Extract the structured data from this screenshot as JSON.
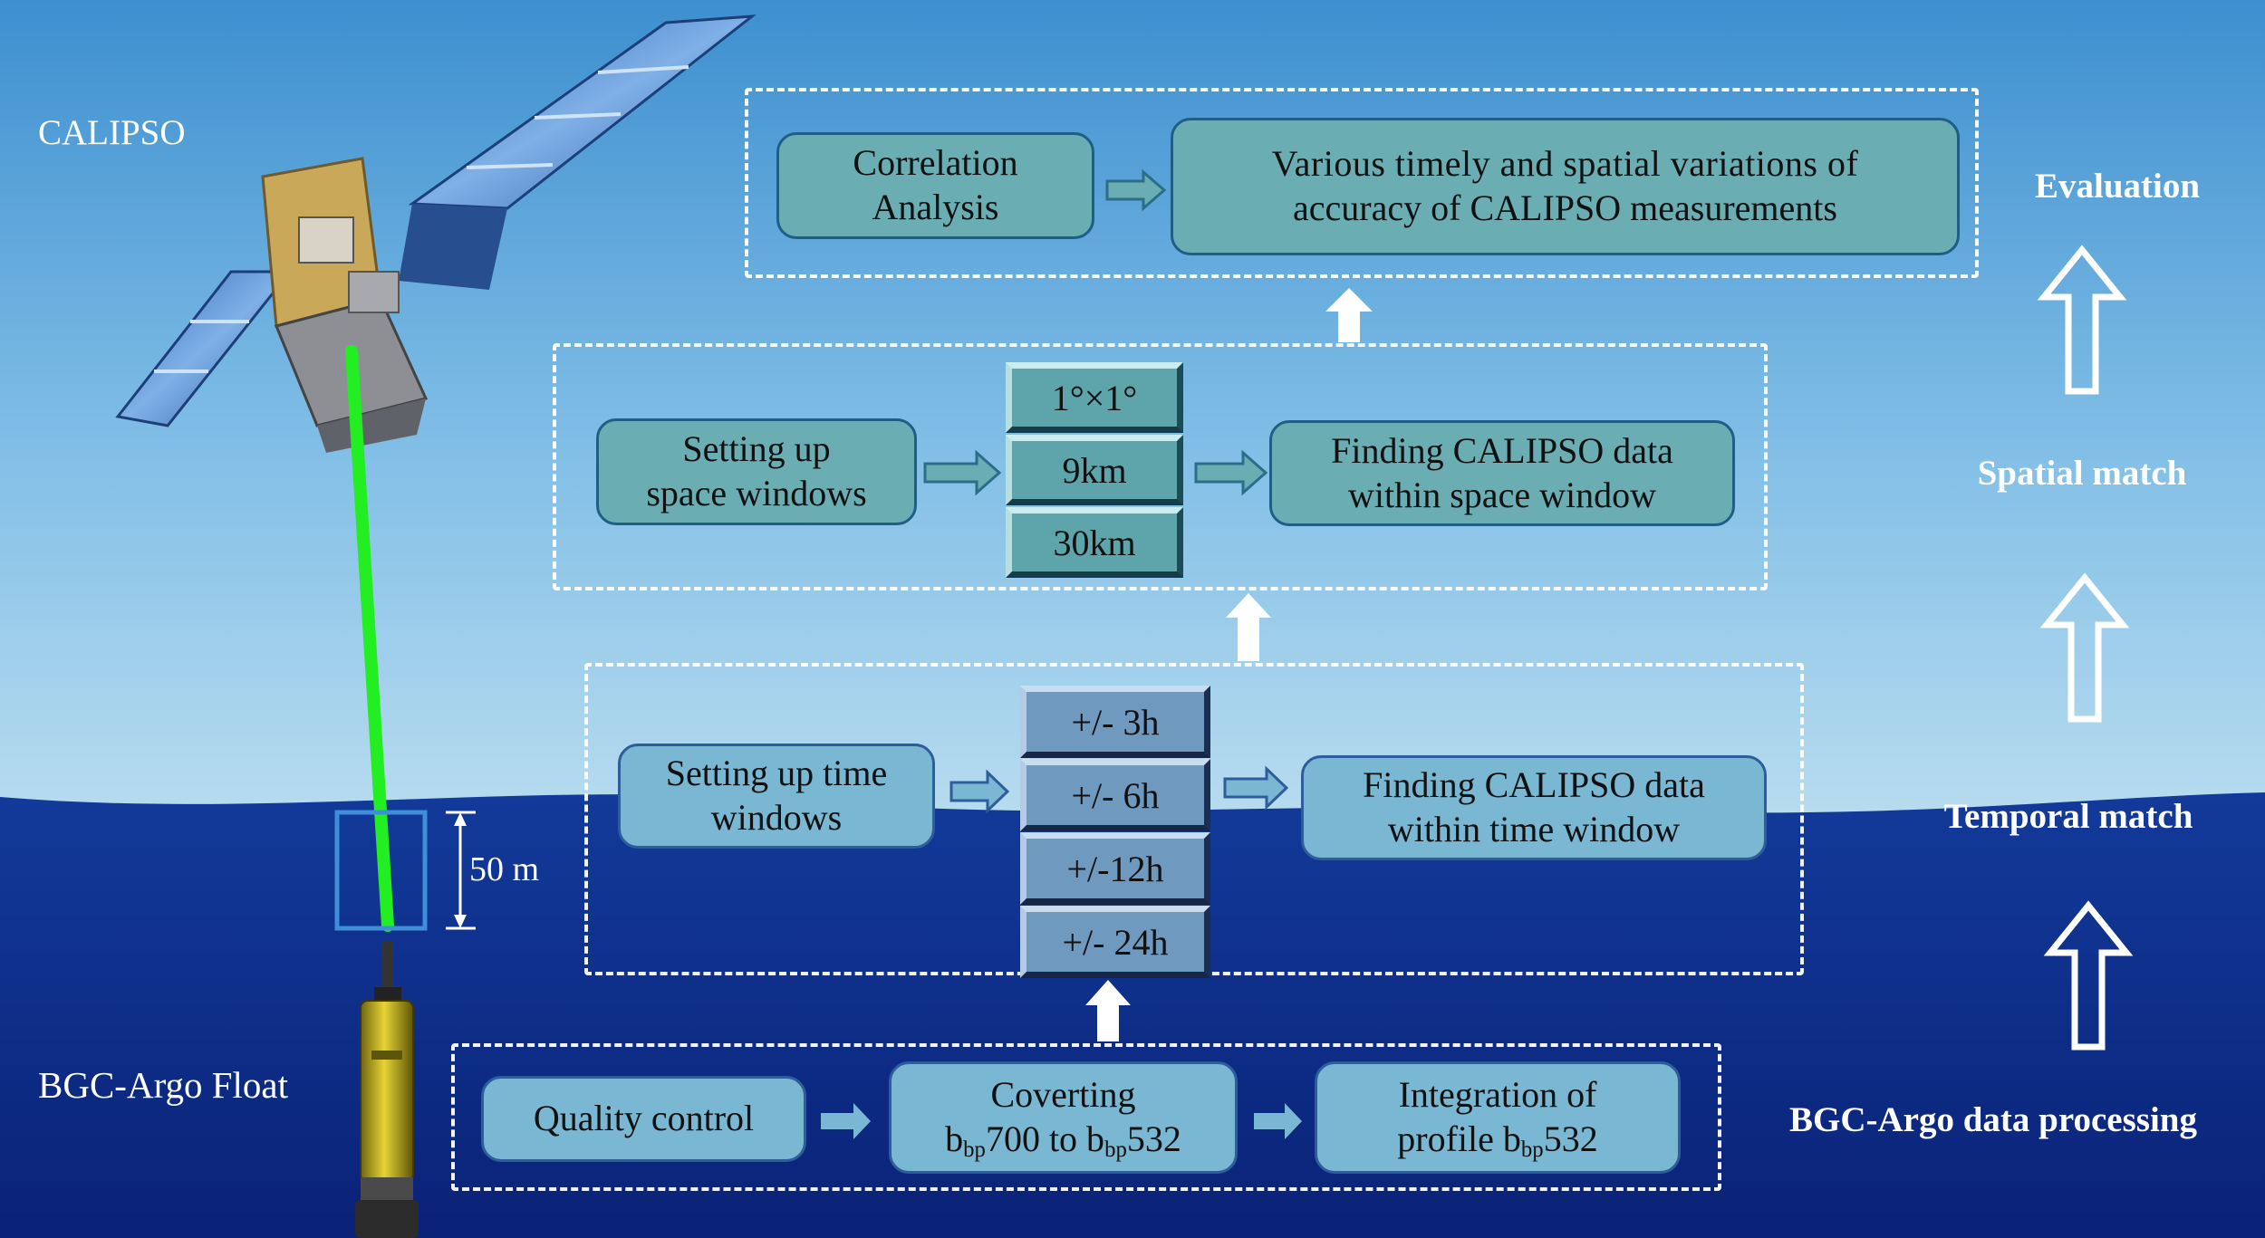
{
  "title": "",
  "left_labels": {
    "satellite": "CALIPSO",
    "float": "BGC-Argo Float",
    "depth": "50 m"
  },
  "stages": {
    "evaluation": "Evaluation",
    "spatial": "Spatial match",
    "temporal": "Temporal match",
    "processing": "BGC-Argo data processing"
  },
  "evaluation": {
    "correlation_line1": "Correlation",
    "correlation_line2": "Analysis",
    "result_line1": "Various timely and spatial variations of",
    "result_line2": "accuracy of CALIPSO measurements"
  },
  "spatial": {
    "setup_line1": "Setting up",
    "setup_line2": "space windows",
    "windows": [
      "1°×1°",
      "9km",
      "30km"
    ],
    "find_line1": "Finding CALIPSO data",
    "find_line2": "within space window"
  },
  "temporal": {
    "setup_line1": "Setting up time",
    "setup_line2": "windows",
    "windows": [
      "+/- 3h",
      "+/- 6h",
      "+/-12h",
      "+/- 24h"
    ],
    "find_line1": "Finding CALIPSO data",
    "find_line2": "within time window"
  },
  "processing": {
    "qc": "Quality control",
    "convert_line1": "Coverting",
    "convert_b1": "b",
    "convert_sub1": "bp",
    "convert_mid": "700 to b",
    "convert_sub2": "bp",
    "convert_end": "532",
    "integrate_line1": "Integration of",
    "integrate_pre": "profile b",
    "integrate_sub": "bp",
    "integrate_end": "532"
  },
  "colors": {
    "sky_top": "#4f9fd6",
    "sky_bottom": "#cfe6f2",
    "ocean": "#0d2c8a",
    "laser": "#22ee22",
    "teal_box": "#6aaeb4",
    "blue_box": "#7ab7d2"
  }
}
